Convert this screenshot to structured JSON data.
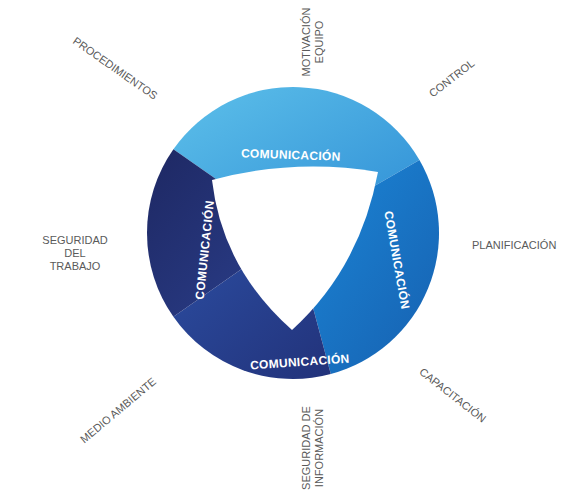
{
  "diagram": {
    "nodes": [
      {
        "text": [
          "COMUNICACIÓN"
        ]
      },
      {
        "text": [
          "COMUNICACIÓN"
        ]
      },
      {
        "text": [
          "COMUNICACIÓN"
        ]
      },
      {
        "text": [
          "COMUNICACIÓN"
        ]
      }
    ],
    "labels": [
      "PROCEDIMIENTOS",
      "MOTIVACIÓN EQUIPO",
      "CONTROL",
      "PLANIFICACIÓN",
      "CAPACITACIÓN",
      "SEGURIDAD DE INFORMACIÓN",
      "MEDIO AMBIENTE",
      "SEGURIDAD DEL TRABAJO"
    ]
  }
}
